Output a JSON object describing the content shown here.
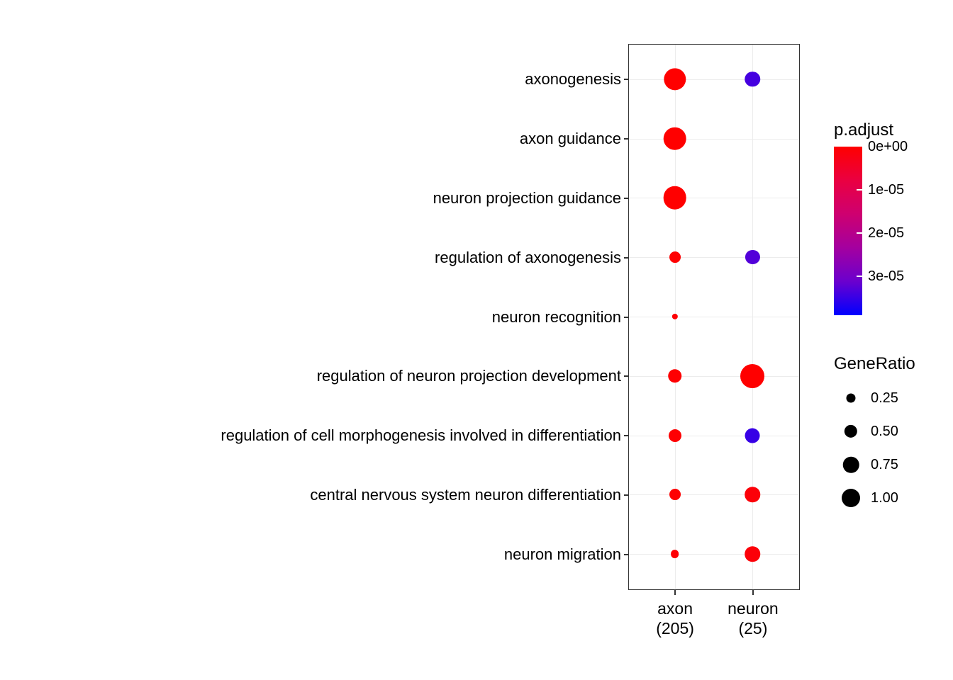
{
  "chart_data": {
    "type": "scatter",
    "subtype": "enrichment-dotplot",
    "title": "",
    "xlabel": "",
    "ylabel": "",
    "grid": true,
    "categories_y": [
      "axonogenesis",
      "axon guidance",
      "neuron projection guidance",
      "regulation of axonogenesis",
      "neuron recognition",
      "regulation of neuron projection development",
      "regulation of cell morphogenesis involved in differentiation",
      "central nervous system neuron differentiation",
      "neuron migration"
    ],
    "clusters": [
      {
        "label": "axon",
        "sublabel": "(205)"
      },
      {
        "label": "neuron",
        "sublabel": "(25)"
      }
    ],
    "points": [
      {
        "term": "axonogenesis",
        "cluster": "axon",
        "gene_ratio": 0.85,
        "p_adjust": 1e-09
      },
      {
        "term": "axonogenesis",
        "cluster": "neuron",
        "gene_ratio": 0.4,
        "p_adjust": 3.4e-05
      },
      {
        "term": "axon guidance",
        "cluster": "axon",
        "gene_ratio": 0.92,
        "p_adjust": 1e-09
      },
      {
        "term": "neuron projection guidance",
        "cluster": "axon",
        "gene_ratio": 0.92,
        "p_adjust": 1e-09
      },
      {
        "term": "regulation of axonogenesis",
        "cluster": "axon",
        "gene_ratio": 0.22,
        "p_adjust": 2e-07
      },
      {
        "term": "regulation of axonogenesis",
        "cluster": "neuron",
        "gene_ratio": 0.35,
        "p_adjust": 3.3e-05
      },
      {
        "term": "neuron recognition",
        "cluster": "axon",
        "gene_ratio": 0.06,
        "p_adjust": 5e-07
      },
      {
        "term": "regulation of neuron projection development",
        "cluster": "axon",
        "gene_ratio": 0.33,
        "p_adjust": 2e-07
      },
      {
        "term": "regulation of neuron projection development",
        "cluster": "neuron",
        "gene_ratio": 1.0,
        "p_adjust": 1e-08
      },
      {
        "term": "regulation of cell morphogenesis involved in differentiation",
        "cluster": "axon",
        "gene_ratio": 0.28,
        "p_adjust": 2e-07
      },
      {
        "term": "regulation of cell morphogenesis involved in differentiation",
        "cluster": "neuron",
        "gene_ratio": 0.38,
        "p_adjust": 3.5e-05
      },
      {
        "term": "central nervous system neuron differentiation",
        "cluster": "axon",
        "gene_ratio": 0.22,
        "p_adjust": 3e-07
      },
      {
        "term": "central nervous system neuron differentiation",
        "cluster": "neuron",
        "gene_ratio": 0.4,
        "p_adjust": 1e-06
      },
      {
        "term": "neuron migration",
        "cluster": "axon",
        "gene_ratio": 0.12,
        "p_adjust": 5e-07
      },
      {
        "term": "neuron migration",
        "cluster": "neuron",
        "gene_ratio": 0.4,
        "p_adjust": 1e-06
      }
    ],
    "legend_color": {
      "title": "p.adjust",
      "tick_labels": [
        "0e+00",
        "1e-05",
        "2e-05",
        "3e-05"
      ],
      "tick_values": [
        0,
        1e-05,
        2e-05,
        3e-05
      ],
      "max": 3.9e-05,
      "color_low": "#FF0000",
      "color_high": "#0000FF"
    },
    "legend_size": {
      "title": "GeneRatio",
      "tick_labels": [
        "0.25",
        "0.50",
        "0.75",
        "1.00"
      ],
      "values": [
        0.25,
        0.5,
        0.75,
        1.0
      ]
    }
  }
}
